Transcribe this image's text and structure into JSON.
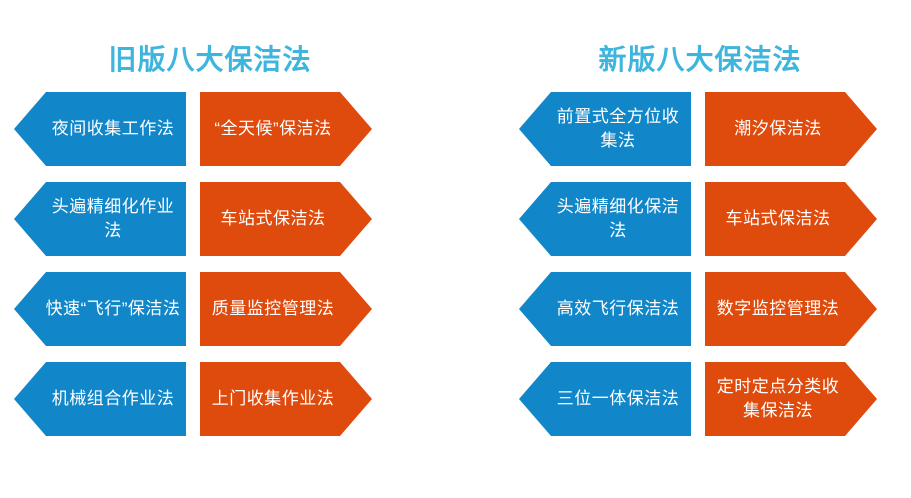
{
  "slide": {
    "background_color": "#FFFFFF",
    "title_color": "#3DB5DC",
    "blue_color": "#1187C9",
    "orange_color": "#DF4A0D",
    "text_color": "#FFFFFF"
  },
  "columns": [
    {
      "id": "old-version",
      "title": "旧版八大保洁法",
      "rows": [
        {
          "blue": "夜间收集工作法",
          "orange": "“全天候”保洁法"
        },
        {
          "blue": "头遍精细化作业法",
          "orange": "车站式保洁法"
        },
        {
          "blue": "快速“飞行”保洁法",
          "orange": "质量监控管理法"
        },
        {
          "blue": "机械组合作业法",
          "orange": "上门收集作业法"
        }
      ]
    },
    {
      "id": "new-version",
      "title": "新版八大保洁法",
      "rows": [
        {
          "blue": "前置式全方位收集法",
          "orange": "潮汐保洁法"
        },
        {
          "blue": "头遍精细化保洁法",
          "orange": "车站式保洁法"
        },
        {
          "blue": "高效飞行保洁法",
          "orange": "数字监控管理法"
        },
        {
          "blue": "三位一体保洁法",
          "orange": "定时定点分类收集保洁法"
        }
      ]
    }
  ]
}
